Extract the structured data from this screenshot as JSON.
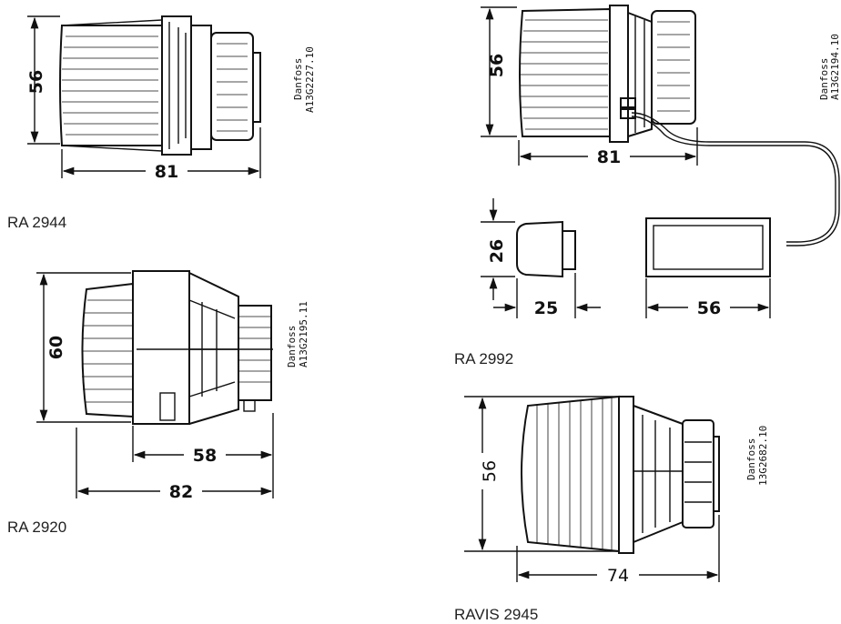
{
  "drawings": {
    "ra2944": {
      "caption": "RA 2944",
      "height_dim": "56",
      "width_dim": "81",
      "ref_brand": "Danfoss",
      "ref_code": "A13G2227.10"
    },
    "ra2920": {
      "caption": "RA 2920",
      "height_dim": "60",
      "inner_width_dim": "58",
      "width_dim": "82",
      "ref_brand": "Danfoss",
      "ref_code": "A13G2195.11"
    },
    "ra2992": {
      "caption": "RA 2992",
      "height_dim": "56",
      "width_dim": "81",
      "sensor_height_dim": "26",
      "sensor_width_dim": "25",
      "box_width_dim": "56",
      "ref_brand": "Danfoss",
      "ref_code": "A13G2194.10"
    },
    "ravis2945": {
      "caption": "RAVIS 2945",
      "height_dim": "56",
      "width_dim": "74",
      "ref_brand": "Danfoss",
      "ref_code": "13G2682.10"
    }
  }
}
